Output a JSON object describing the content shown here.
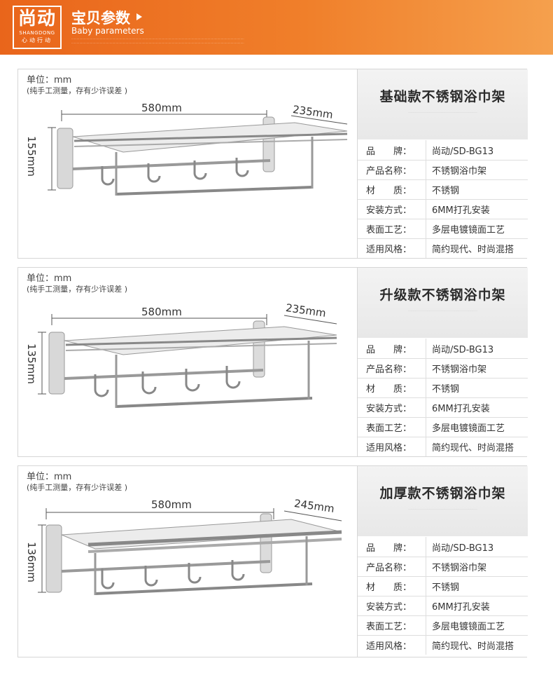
{
  "header": {
    "logo_main": "尚动",
    "logo_en": "SHANGDONG",
    "logo_sub": "心动行动",
    "title": "宝贝参数",
    "subtitle": "Baby parameters"
  },
  "colors": {
    "banner": "#ee7326",
    "title_text": "#2b2b2b",
    "border": "#d6d6d6"
  },
  "units": {
    "line1": "单位：mm",
    "line2": "(纯手工测量，存有少许误差 )"
  },
  "spec_labels": [
    "品　　牌：",
    "产品名称：",
    "材　　质：",
    "安装方式：",
    "表面工艺：",
    "适用风格："
  ],
  "products": [
    {
      "title": "基础款不锈钢浴巾架",
      "dims": {
        "length": "580mm",
        "depth": "235mm",
        "height": "155mm"
      },
      "specs": [
        "尚动/SD-BG13",
        "不锈钢浴巾架",
        "不锈钢",
        "6MM打孔安装",
        "多层电镀镜面工艺",
        "简约现代、时尚混搭"
      ]
    },
    {
      "title": "升级款不锈钢浴巾架",
      "dims": {
        "length": "580mm",
        "depth": "235mm",
        "height": "135mm"
      },
      "specs": [
        "尚动/SD-BG13",
        "不锈钢浴巾架",
        "不锈钢",
        "6MM打孔安装",
        "多层电镀镜面工艺",
        "简约现代、时尚混搭"
      ]
    },
    {
      "title": "加厚款不锈钢浴巾架",
      "dims": {
        "length": "580mm",
        "depth": "245mm",
        "height": "136mm"
      },
      "specs": [
        "尚动/SD-BG13",
        "不锈钢浴巾架",
        "不锈钢",
        "6MM打孔安装",
        "多层电镀镜面工艺",
        "简约现代、时尚混搭"
      ]
    }
  ]
}
